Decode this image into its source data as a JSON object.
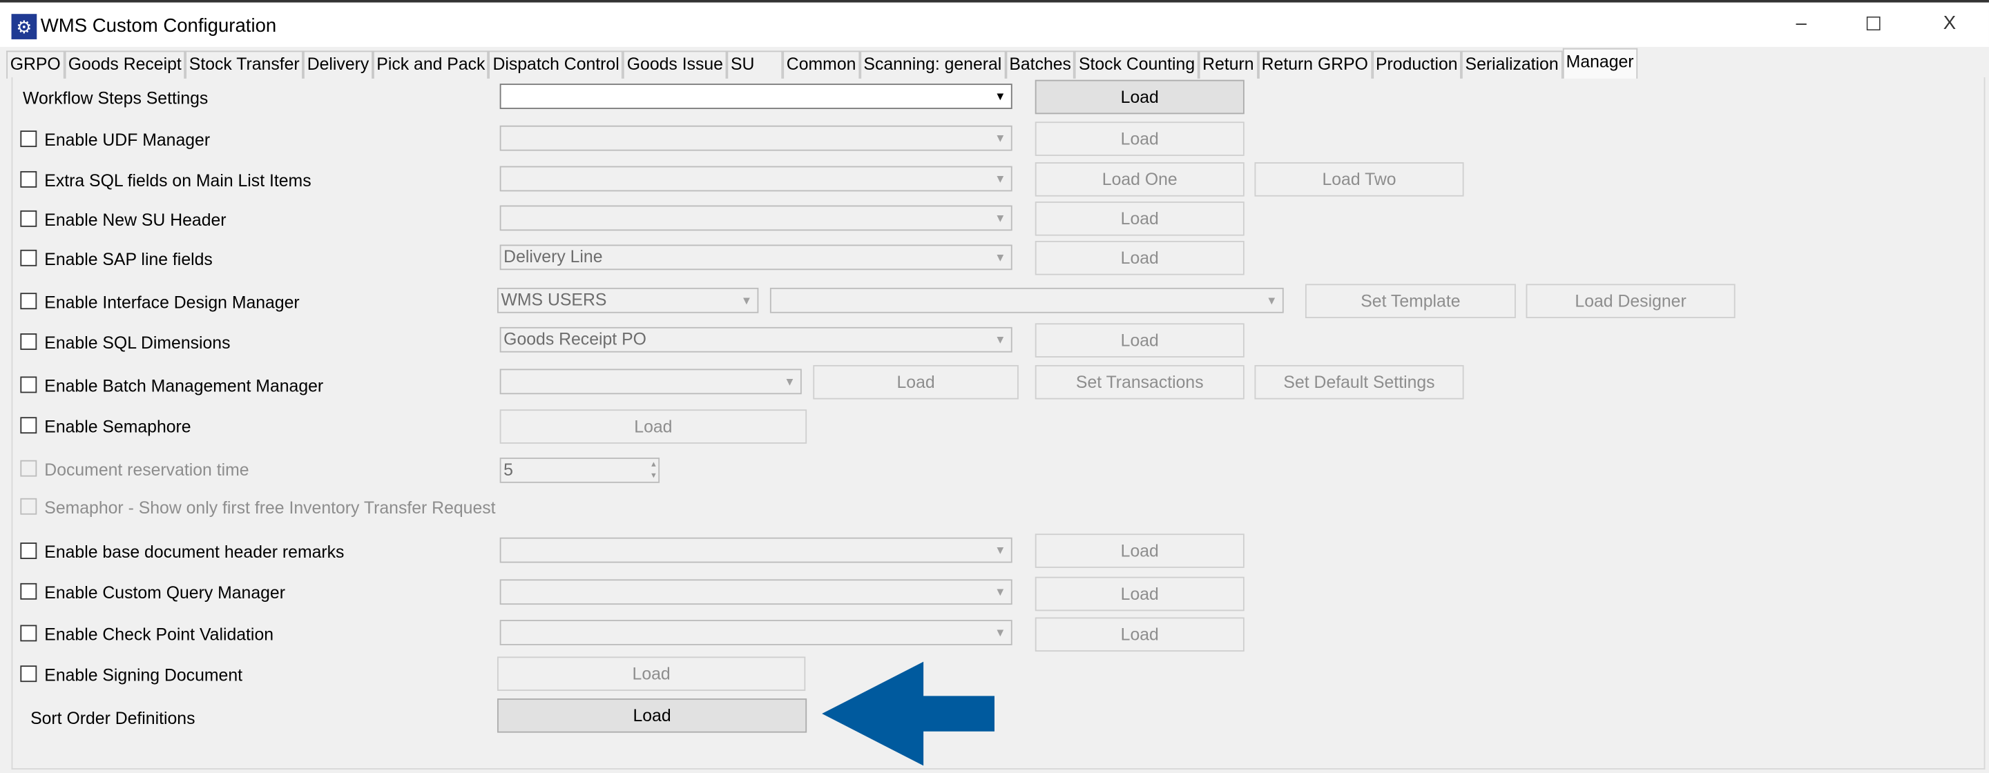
{
  "window": {
    "title": "WMS Custom Configuration",
    "minimize": "–",
    "maximize": "☐",
    "close": "X",
    "icon": "gears-icon"
  },
  "tabs": [
    "GRPO",
    "Goods Receipt",
    "Stock Transfer",
    "Delivery",
    "Pick and Pack",
    "Dispatch Control",
    "Goods Issue",
    "SU",
    "Common",
    "Scanning: general",
    "Batches",
    "Stock Counting",
    "Return",
    "Return GRPO",
    "Production",
    "Serialization",
    "Manager"
  ],
  "active_tab": "Manager",
  "rows": {
    "workflow": {
      "label": "Workflow Steps Settings",
      "combo": "",
      "button": "Load"
    },
    "udf": {
      "label": "Enable UDF Manager",
      "combo": "",
      "button": "Load"
    },
    "extra_sql": {
      "label": "Extra SQL fields on Main List Items",
      "combo": "",
      "button1": "Load One",
      "button2": "Load Two"
    },
    "new_su": {
      "label": "Enable New SU Header",
      "combo": "",
      "button": "Load"
    },
    "sap_line": {
      "label": "Enable SAP line fields",
      "combo": "Delivery Line",
      "button": "Load"
    },
    "interface": {
      "label": "Enable Interface Design Manager",
      "combo1": "WMS USERS",
      "combo2": "",
      "button1": "Set Template",
      "button2": "Load Designer"
    },
    "sql_dim": {
      "label": "Enable SQL Dimensions",
      "combo": "Goods Receipt PO",
      "button": "Load"
    },
    "batch": {
      "label": "Enable Batch Management Manager",
      "combo": "",
      "button1": "Load",
      "button2": "Set Transactions",
      "button3": "Set Default Settings"
    },
    "semaphore": {
      "label": "Enable Semaphore",
      "button": "Load"
    },
    "doc_res": {
      "label": "Document reservation time",
      "value": "5"
    },
    "semaphor_first": {
      "label": "Semaphor - Show only first free Inventory Transfer Request"
    },
    "base_doc": {
      "label": "Enable base document header remarks",
      "combo": "",
      "button": "Load"
    },
    "cqm": {
      "label": "Enable Custom Query Manager",
      "combo": "",
      "button": "Load"
    },
    "checkpoint": {
      "label": "Enable Check Point Validation",
      "combo": "",
      "button": "Load"
    },
    "signing": {
      "label": "Enable Signing Document",
      "button": "Load"
    },
    "sort": {
      "label": "Sort Order Definitions",
      "button": "Load"
    }
  },
  "colors": {
    "arrow": "#005a9e"
  }
}
